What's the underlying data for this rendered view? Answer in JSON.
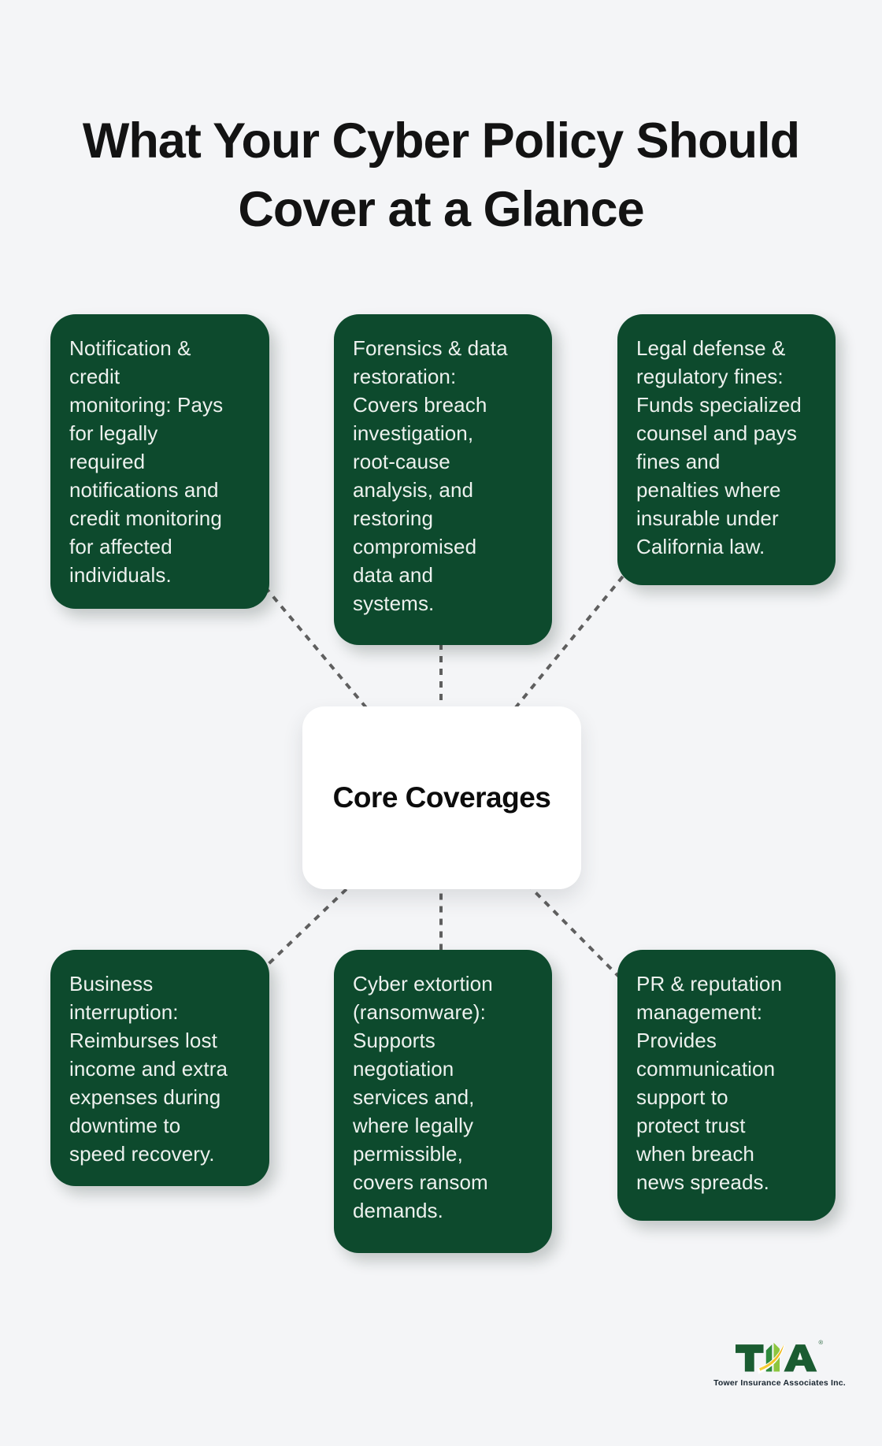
{
  "page": {
    "background_color": "#f4f5f7"
  },
  "title": {
    "text": "What Your Cyber Policy Should\nCover at a Glance",
    "color": "#131313"
  },
  "center": {
    "label": "Core Coverages",
    "background_color": "#ffffff"
  },
  "coverages": [
    {
      "text": "Notification &\ncredit\nmonitoring: Pays\nfor legally\nrequired\nnotifications and\ncredit monitoring\nfor affected\nindividuals."
    },
    {
      "text": "Forensics & data\nrestoration:\nCovers breach\ninvestigation,\nroot-cause\nanalysis, and\nrestoring\ncompromised\ndata and\nsystems."
    },
    {
      "text": "Legal defense &\nregulatory fines:\nFunds specialized\ncounsel and pays\nfines and\npenalties where\ninsurable under\nCalifornia law."
    },
    {
      "text": "Business\ninterruption:\nReimburses lost\nincome and extra\nexpenses during\ndowntime to\nspeed recovery."
    },
    {
      "text": "Cyber extortion\n(ransomware):\nSupports\nnegotiation\nservices and,\nwhere legally\npermissible,\ncovers ransom\ndemands."
    },
    {
      "text": "PR & reputation\nmanagement:\nProvides\ncommunication\nsupport to\nprotect trust\nwhen breach\nnews spreads."
    }
  ],
  "theme": {
    "card_background": "#0d4a2d",
    "card_text_color": "#edf1ee",
    "connector_color": "#5f5f5f"
  },
  "logo": {
    "monogram": "TIA",
    "registered_mark": "®",
    "wordmark": "Tower Insurance Associates Inc.",
    "colors": {
      "dark_green": "#1a5c31",
      "mid_green": "#2e8b3c",
      "light_green": "#8cc63e",
      "gold": "#f2c01a",
      "wordmark_text": "#17242f"
    }
  }
}
